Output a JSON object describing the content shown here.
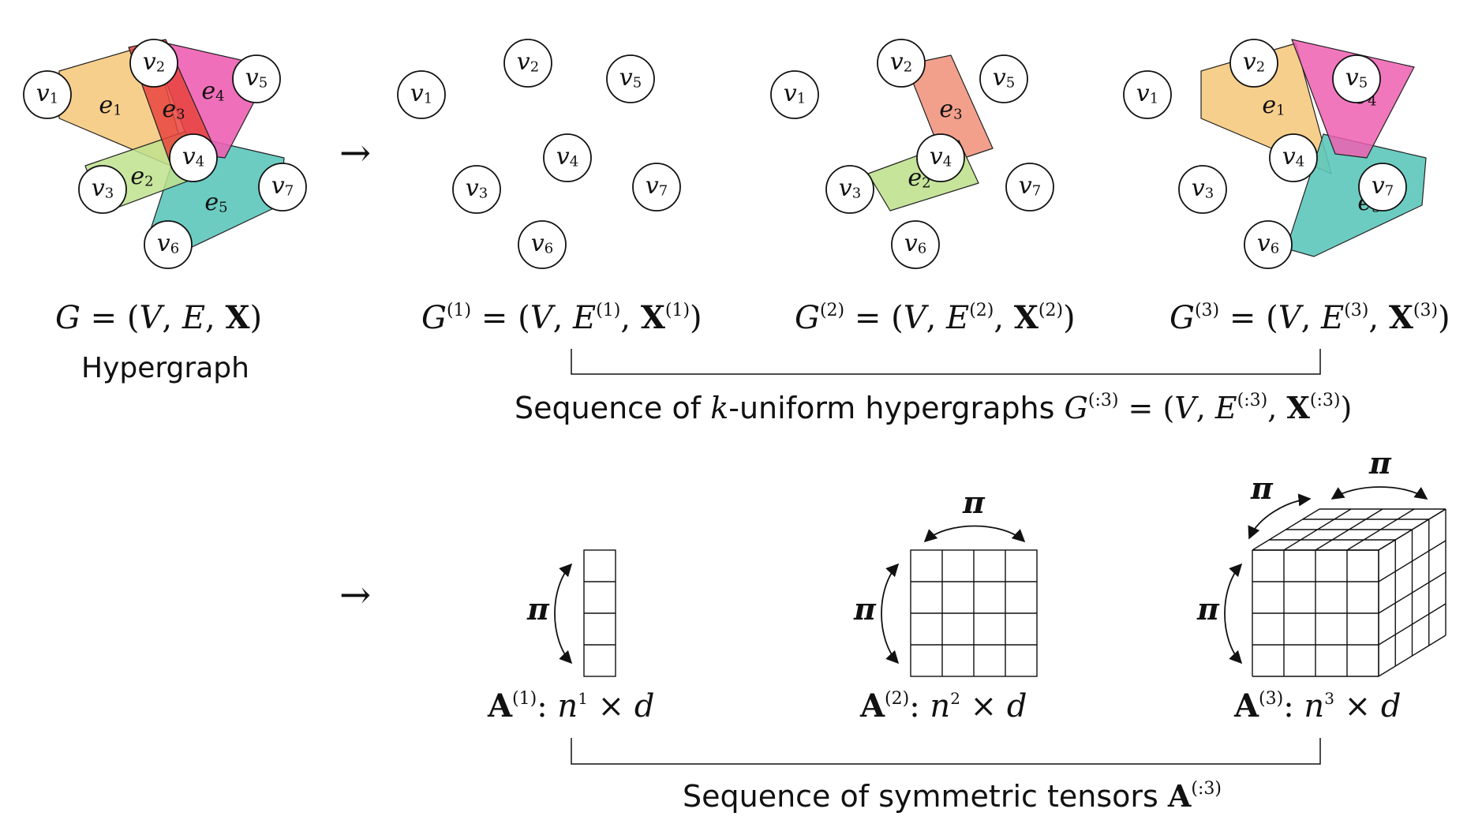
{
  "colors": {
    "e1": "#f7cf8c",
    "e2": "#bfe28e",
    "e3": "#e8443d",
    "e4": "#ee5fb2",
    "e5": "#5cc6bb",
    "e3_k2": "#f2a08c",
    "e2_k2": "#c6e49a"
  },
  "labels": {
    "vertices": [
      "v1",
      "v2",
      "v3",
      "v4",
      "v5",
      "v6",
      "v7"
    ],
    "edges": [
      "e1",
      "e2",
      "e3",
      "e4",
      "e5"
    ],
    "arrow": "→",
    "hypergraph_caption": "Hypergraph",
    "sequence_hypergraphs_caption": "Sequence of k-uniform hypergraphs",
    "sequence_tensors_caption": "Sequence of symmetric tensors",
    "pi": "π"
  },
  "formulas": {
    "G": "G = (V, E, X)",
    "G1": "G(1) = (V, E(1), X(1))",
    "G2": "G(2) = (V, E(2), X(2))",
    "G3": "G(3) = (V, E(3), X(3))",
    "Gseq": "G(:3) = (V, E(:3), X(:3))",
    "A1": "A(1): n1 × d",
    "A2": "A(2): n2 × d",
    "A3": "A(3): n3 × d",
    "Aseq": "A(:3)"
  }
}
